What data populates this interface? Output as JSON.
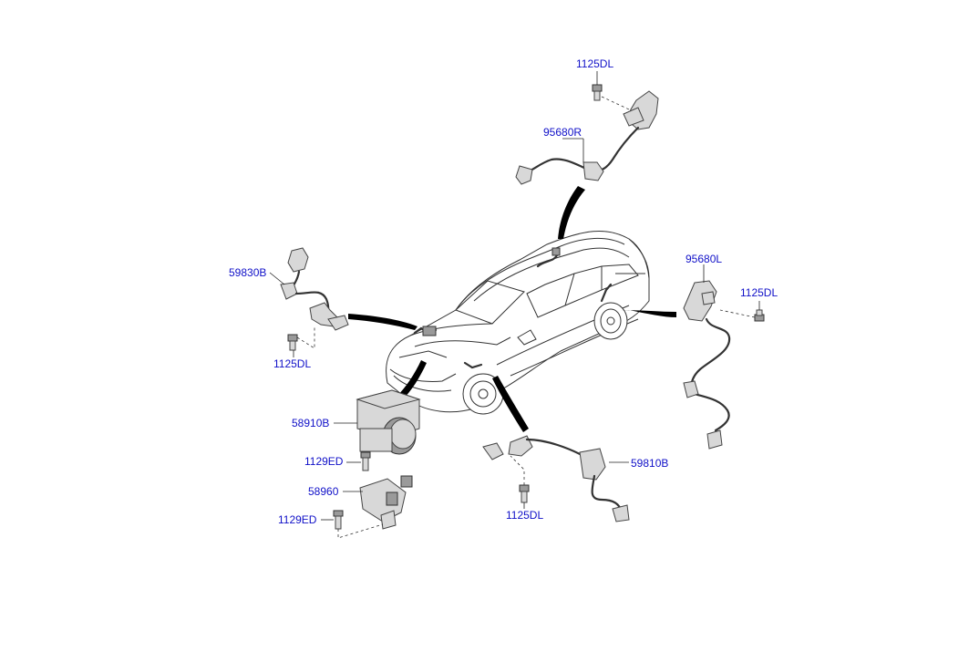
{
  "colors": {
    "label": "#1010c8",
    "line": "#222222",
    "background": "#ffffff"
  },
  "labels": {
    "l_1125dl_top": "1125DL",
    "l_95680r": "95680R",
    "l_59830b": "59830B",
    "l_1125dl_left": "1125DL",
    "l_95680l": "95680L",
    "l_1125dl_right": "1125DL",
    "l_58910b": "58910B",
    "l_1129ed_upper": "1129ED",
    "l_58960": "58960",
    "l_1129ed_lower": "1129ED",
    "l_59810b": "59810B",
    "l_1125dl_bottom": "1125DL"
  }
}
